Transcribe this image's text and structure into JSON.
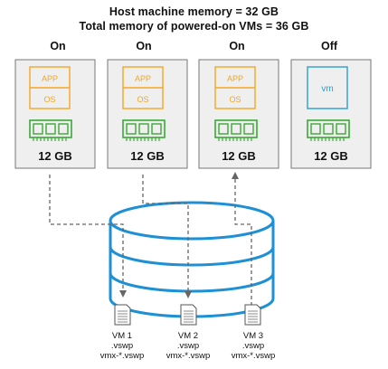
{
  "title": {
    "line1": "Host machine memory = 32 GB",
    "line2": "Total memory of powered-on VMs = 36 GB"
  },
  "vms": [
    {
      "state": "On",
      "memory": "12 GB",
      "kind": "app-os",
      "app_label": "APP",
      "os_label": "OS"
    },
    {
      "state": "On",
      "memory": "12 GB",
      "kind": "app-os",
      "app_label": "APP",
      "os_label": "OS"
    },
    {
      "state": "On",
      "memory": "12 GB",
      "kind": "app-os",
      "app_label": "APP",
      "os_label": "OS"
    },
    {
      "state": "Off",
      "memory": "12 GB",
      "kind": "vm",
      "vm_label": "vm"
    }
  ],
  "swap_files": [
    {
      "name": "VM 1",
      "file": ".vswp",
      "file2": "vmx-*.vswp"
    },
    {
      "name": "VM 2",
      "file": ".vswp",
      "file2": "vmx-*.vswp"
    },
    {
      "name": "VM 3",
      "file": ".vswp",
      "file2": "vmx-*.vswp"
    }
  ],
  "colors": {
    "app_os": "#f5a623",
    "vm_box": "#2a9fd6",
    "memory_chip": "#3aa935",
    "card_bg": "#efefef",
    "card_border": "#777777",
    "datastore": "#1e90d6",
    "arrow": "#666666"
  }
}
